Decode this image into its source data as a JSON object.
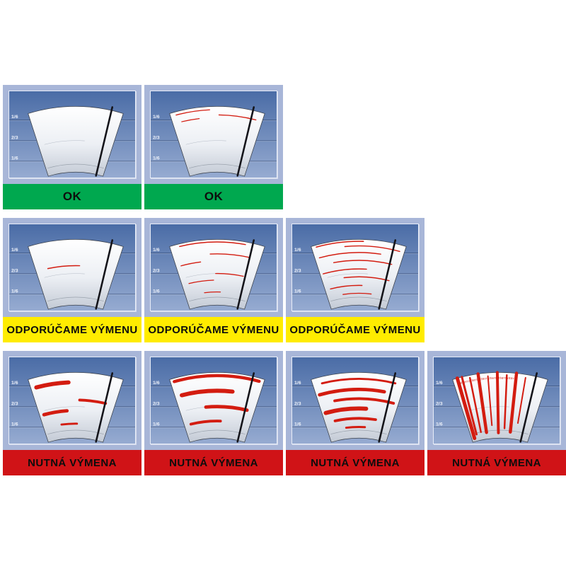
{
  "grid": {
    "scale_labels": [
      "1/6",
      "2/3",
      "1/6"
    ],
    "rows": [
      {
        "status": "ok",
        "label": "OK",
        "label_bg": "#00a84f",
        "label_color": "#0d0d0d",
        "cells": [
          {
            "name": "clean",
            "arc_streaks": [],
            "rad_streaks": []
          },
          {
            "name": "faint-top-streaks",
            "arc_streaks": [
              [
                0.05,
                0.06,
                0.42,
                1.4
              ],
              [
                0.13,
                0.52,
                0.93,
                1.4
              ],
              [
                0.17,
                0.1,
                0.3,
                1.2
              ]
            ],
            "rad_streaks": []
          }
        ]
      },
      {
        "status": "replacement-recommended",
        "label": "ODPORÚČAME VÝMENU",
        "label_bg": "#ffec00",
        "label_color": "#0d0d0d",
        "cells": [
          {
            "name": "single-streak",
            "arc_streaks": [
              [
                0.4,
                0.15,
                0.55,
                1.5
              ]
            ],
            "rad_streaks": []
          },
          {
            "name": "several-streaks",
            "arc_streaks": [
              [
                0.04,
                0.1,
                0.8,
                1.5
              ],
              [
                0.22,
                0.42,
                0.88,
                1.4
              ],
              [
                0.33,
                0.06,
                0.3,
                1.4
              ],
              [
                0.52,
                0.48,
                0.85,
                1.4
              ],
              [
                0.62,
                0.1,
                0.45,
                1.4
              ],
              [
                0.8,
                0.3,
                0.55,
                1.3
              ]
            ],
            "rad_streaks": []
          },
          {
            "name": "many-streaks",
            "arc_streaks": [
              [
                0.03,
                0.05,
                0.55,
                1.6
              ],
              [
                0.1,
                0.35,
                0.95,
                1.5
              ],
              [
                0.2,
                0.05,
                0.75,
                1.5
              ],
              [
                0.32,
                0.2,
                0.9,
                1.5
              ],
              [
                0.45,
                0.04,
                0.6,
                1.5
              ],
              [
                0.57,
                0.3,
                0.92,
                1.5
              ],
              [
                0.7,
                0.08,
                0.55,
                1.5
              ],
              [
                0.82,
                0.25,
                0.7,
                1.4
              ]
            ],
            "rad_streaks": []
          }
        ]
      },
      {
        "status": "replacement-required",
        "label": "NUTNÁ VÝMENA",
        "label_bg": "#d01317",
        "label_color": "#0d0d0d",
        "cells": [
          {
            "name": "thick-smears",
            "arc_streaks": [
              [
                0.15,
                0.06,
                0.42,
                6
              ],
              [
                0.42,
                0.55,
                0.88,
                4
              ],
              [
                0.58,
                0.06,
                0.38,
                5
              ],
              [
                0.78,
                0.28,
                0.52,
                3
              ]
            ],
            "rad_streaks": []
          },
          {
            "name": "heavy-smears",
            "arc_streaks": [
              [
                0.05,
                0.04,
                0.95,
                4.5
              ],
              [
                0.28,
                0.08,
                0.68,
                6
              ],
              [
                0.52,
                0.35,
                0.9,
                5
              ],
              [
                0.74,
                0.1,
                0.55,
                4
              ]
            ],
            "rad_streaks": []
          },
          {
            "name": "dense-heavy-streaks",
            "arc_streaks": [
              [
                0.1,
                0.1,
                0.9,
                3
              ],
              [
                0.26,
                0.04,
                0.8,
                5
              ],
              [
                0.4,
                0.2,
                0.94,
                4
              ],
              [
                0.55,
                0.05,
                0.6,
                6
              ],
              [
                0.7,
                0.15,
                0.75,
                4
              ],
              [
                0.83,
                0.3,
                0.6,
                3
              ]
            ],
            "rad_streaks": []
          },
          {
            "name": "vertical-judder",
            "arc_streaks": [],
            "rad_streaks": [
              [
                0.05,
                0.0,
                0.95,
                5
              ],
              [
                0.1,
                0.0,
                0.9,
                3
              ],
              [
                0.18,
                0.04,
                0.88,
                2.5
              ],
              [
                0.27,
                0.0,
                0.9,
                4.5
              ],
              [
                0.37,
                0.05,
                0.8,
                2
              ],
              [
                0.47,
                0.0,
                0.92,
                4
              ],
              [
                0.57,
                0.04,
                0.85,
                2.5
              ],
              [
                0.67,
                0.0,
                0.9,
                4.5
              ],
              [
                0.77,
                0.05,
                0.75,
                2
              ]
            ],
            "arc_text": "ratterratterratterratterratterratter"
          }
        ]
      }
    ]
  },
  "colors": {
    "page_bg": "#ffffff",
    "panel_bg": "#a8b6d8",
    "inner_top": "#4a6ca6",
    "inner_bottom": "#96abd1",
    "streak": "#d31c10",
    "blade": "#14141a"
  }
}
